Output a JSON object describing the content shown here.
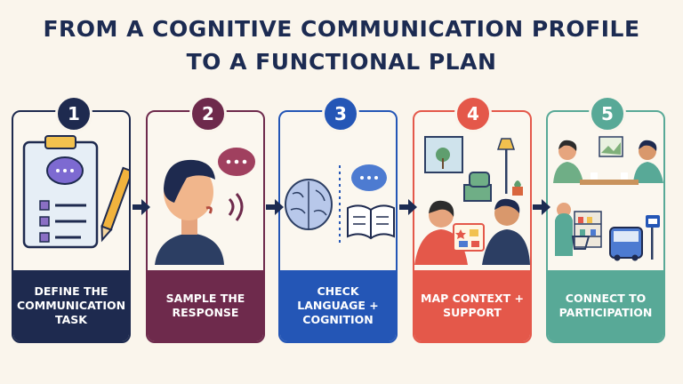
{
  "title": {
    "line1": "FROM A COGNITIVE COMMUNICATION PROFILE",
    "line2": "TO A FUNCTIONAL PLAN"
  },
  "steps": [
    {
      "number": "1",
      "label": "DEFINE THE COMMUNICATION TASK",
      "color": "#1e2a4f",
      "illustration": "clipboard-checklist-pencil-speech-bubble"
    },
    {
      "number": "2",
      "label": "SAMPLE THE RESPONSE",
      "color": "#6e2a4c",
      "illustration": "person-speaking-with-speech-bubble"
    },
    {
      "number": "3",
      "label": "CHECK LANGUAGE + COGNITION",
      "color": "#2456b6",
      "illustration": "brain-speech-bubble-book"
    },
    {
      "number": "4",
      "label": "MAP CONTEXT + SUPPORT",
      "color": "#e4584a",
      "illustration": "living-room-two-people-with-picture-board"
    },
    {
      "number": "5",
      "label": "CONNECT TO PARTICIPATION",
      "color": "#58a997",
      "illustration": "cafe-shopping-bus-stop"
    }
  ]
}
